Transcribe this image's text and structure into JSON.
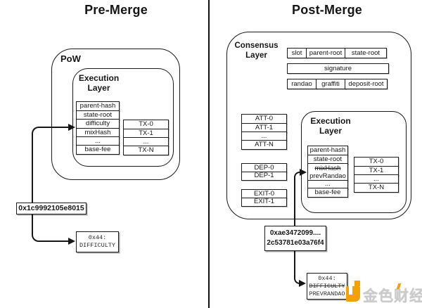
{
  "left": {
    "title": "Pre-Merge",
    "pow_label": "PoW",
    "execution": {
      "title_line1": "Execution",
      "title_line2": "Layer",
      "fields": [
        "parent-hash",
        "state-root",
        "difficulty",
        "mixHash",
        "...",
        "base-fee"
      ],
      "txs": [
        "TX-0",
        "TX-1",
        "...",
        "TX-N"
      ]
    },
    "value_box": "0x1c9992105e8015",
    "opcode": {
      "line1": "0x44:",
      "line2": "DIFFICULTY"
    }
  },
  "right": {
    "title": "Post-Merge",
    "consensus": {
      "label_line1": "Consensus",
      "label_line2": "Layer",
      "header_row": [
        "slot",
        "parent-root",
        "state-root"
      ],
      "signature": "signature",
      "meta_row": [
        "randao",
        "graffiti",
        "deposit-root"
      ],
      "attestations": [
        "ATT-0",
        "ATT-1",
        "...",
        "ATT-N"
      ],
      "deposits": [
        "DEP-0",
        "DEP-1"
      ],
      "exits": [
        "EXIT-0",
        "EXIT-1"
      ]
    },
    "execution": {
      "title_line1": "Execution",
      "title_line2": "Layer",
      "fields": [
        "parent-hash",
        "state-root",
        "mixHash",
        "prevRandao",
        "...",
        "base-fee"
      ],
      "txs": [
        "TX-0",
        "TX-1",
        "...",
        "TX-N"
      ]
    },
    "value_box": {
      "line1": "0xae3472099....",
      "line2": "2c53781e03a76f4"
    },
    "opcode": {
      "line1": "0x44:",
      "line2": "DIFFICULTY",
      "line3": "PREVRANDAO"
    }
  },
  "logo": {
    "text": "金色财经",
    "brand_color": "#F5A100"
  }
}
